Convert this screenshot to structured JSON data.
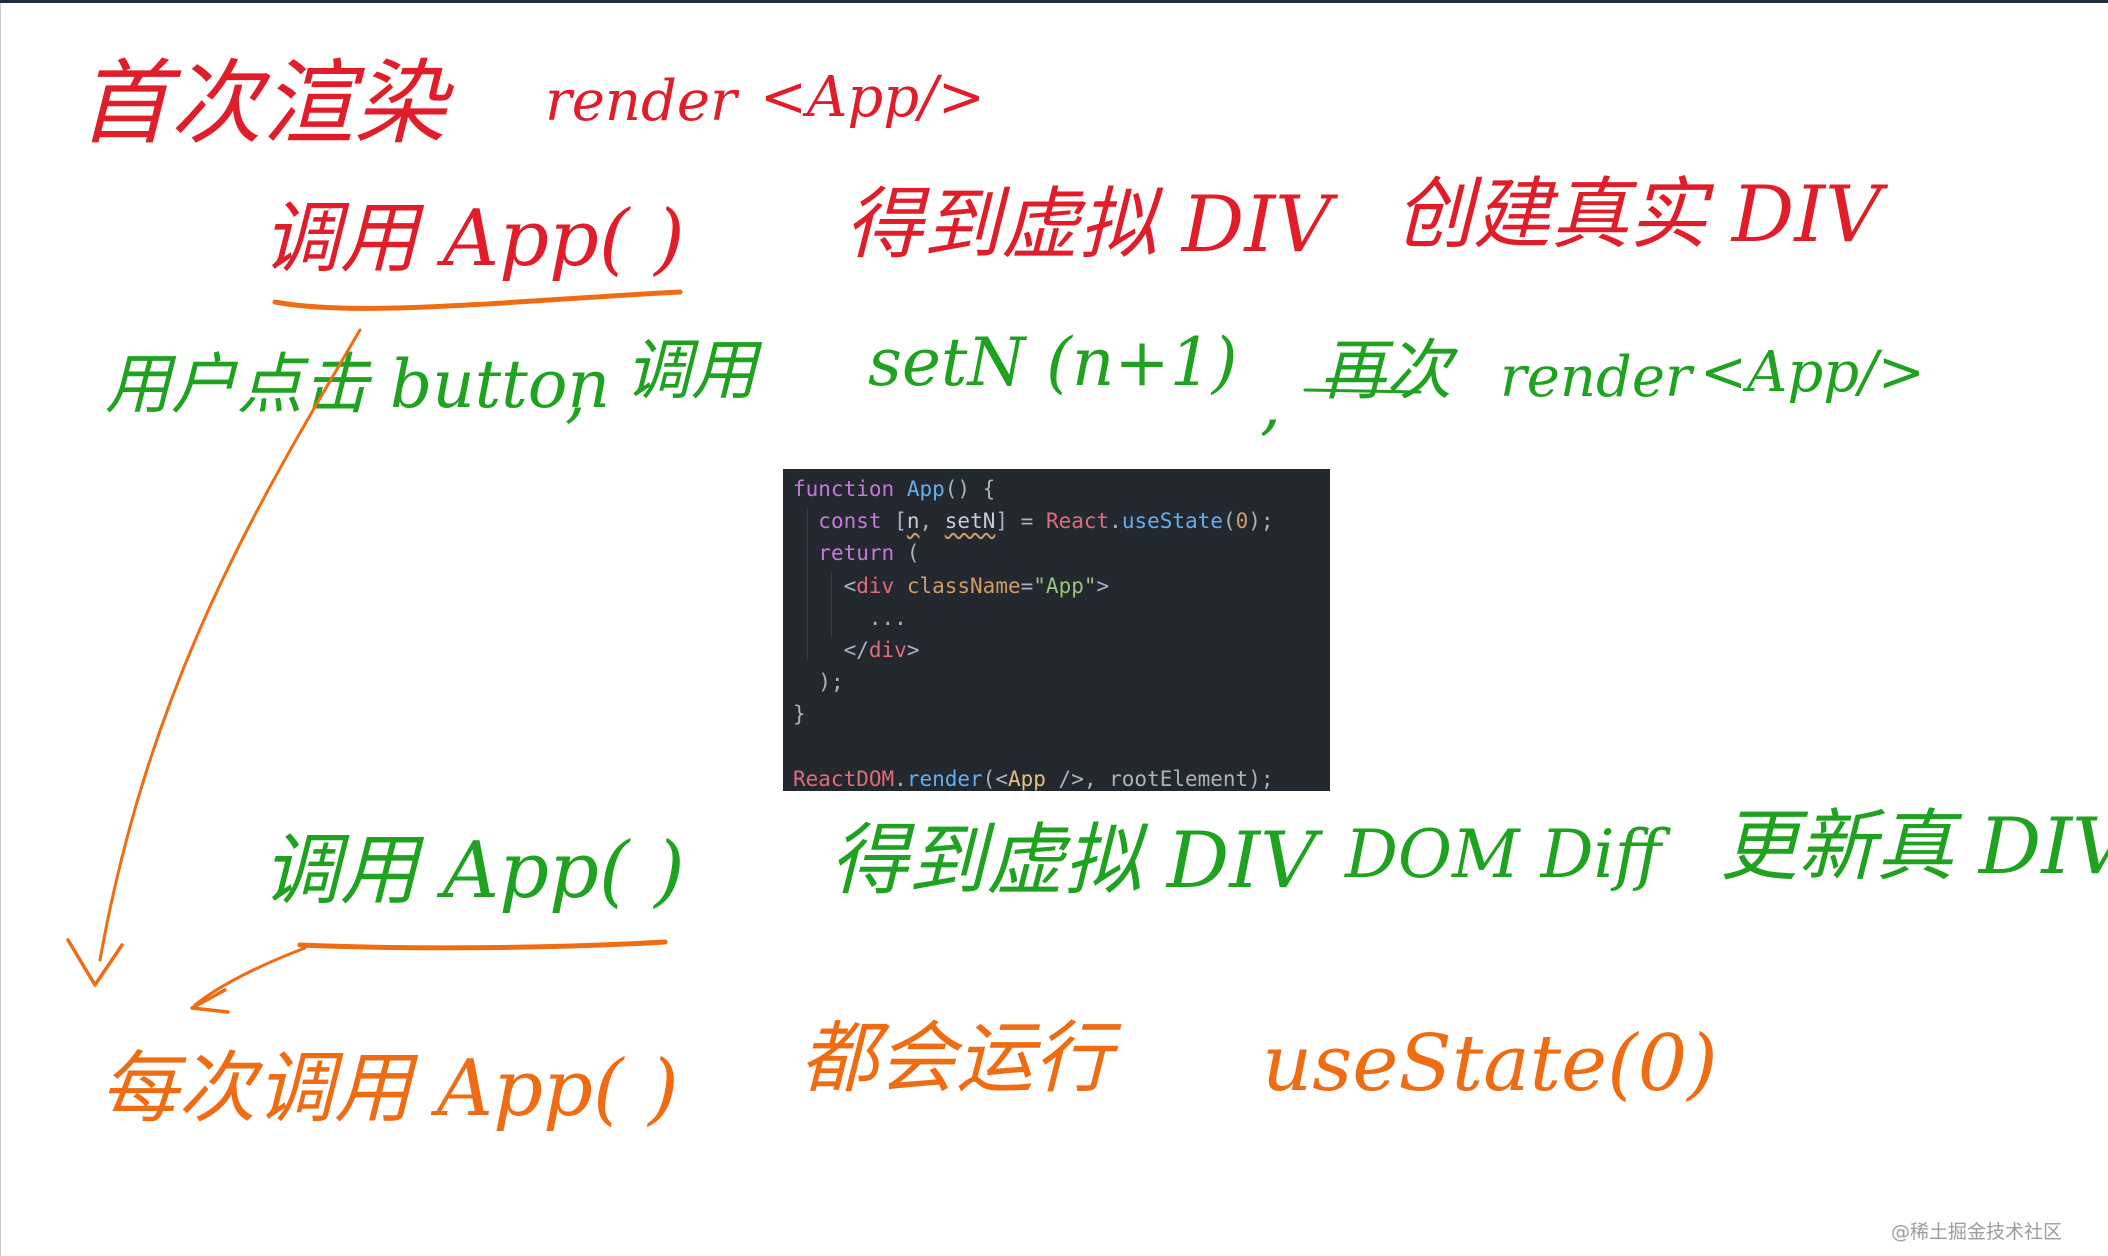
{
  "line1": {
    "title": "首次渲染",
    "render_word": "render",
    "app_tag": "<App/>"
  },
  "line2": {
    "call_app": "调用 App(   )",
    "get_virtual_div": "得到虚拟 DIV",
    "create_real_div": "创建真实 DIV"
  },
  "line3": {
    "user_click": "用户点击 button",
    "comma": ",",
    "call_set": "调用",
    "set_n": "setN (n+1)",
    "rerender_prefix": "再次",
    "render_word": "render",
    "app_tag": "<App/>"
  },
  "code": {
    "lines": [
      "function App() {",
      "const [n, setN] = React.useState(0);",
      "return (",
      "<div className=\"App\">",
      "...",
      "</div>",
      ");",
      "}",
      "",
      "ReactDOM.render(<App />, rootElement);"
    ]
  },
  "line4": {
    "call_app": "调用 App(   )",
    "get_virtual_div": "得到虚拟 DIV",
    "dom_diff": "DOM Diff",
    "update_real_div": "更新真 DIV"
  },
  "line5": {
    "every_call": "每次调用 App(  )",
    "will_run": "都会运行",
    "use_state": "useState(0)"
  },
  "watermark": "@稀土掘金技术社区",
  "colors": {
    "red": "#e11d2a",
    "green": "#1fa21f",
    "orange": "#ef6c12",
    "code_bg": "#23272e"
  }
}
